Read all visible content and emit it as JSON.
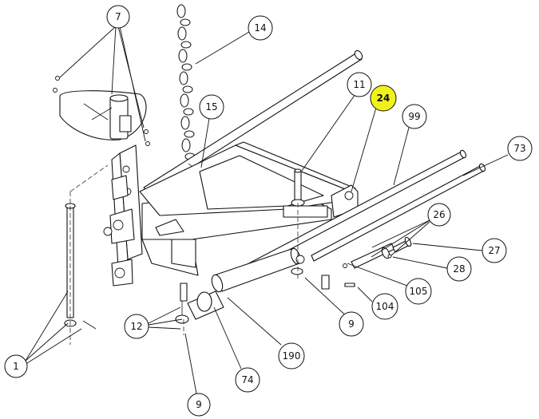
{
  "diagram": {
    "highlight_color": "#f2f21a",
    "callouts": [
      {
        "id": "c7",
        "label": "7"
      },
      {
        "id": "c14",
        "label": "14"
      },
      {
        "id": "c11",
        "label": "11"
      },
      {
        "id": "c24",
        "label": "24",
        "highlighted": true
      },
      {
        "id": "c15",
        "label": "15"
      },
      {
        "id": "c99",
        "label": "99"
      },
      {
        "id": "c73",
        "label": "73"
      },
      {
        "id": "c26",
        "label": "26"
      },
      {
        "id": "c27",
        "label": "27"
      },
      {
        "id": "c28",
        "label": "28"
      },
      {
        "id": "c105",
        "label": "105"
      },
      {
        "id": "c104",
        "label": "104"
      },
      {
        "id": "c9a",
        "label": "9"
      },
      {
        "id": "c12",
        "label": "12"
      },
      {
        "id": "c190",
        "label": "190"
      },
      {
        "id": "c74",
        "label": "74"
      },
      {
        "id": "c1",
        "label": "1"
      },
      {
        "id": "c9b",
        "label": "9"
      }
    ]
  }
}
